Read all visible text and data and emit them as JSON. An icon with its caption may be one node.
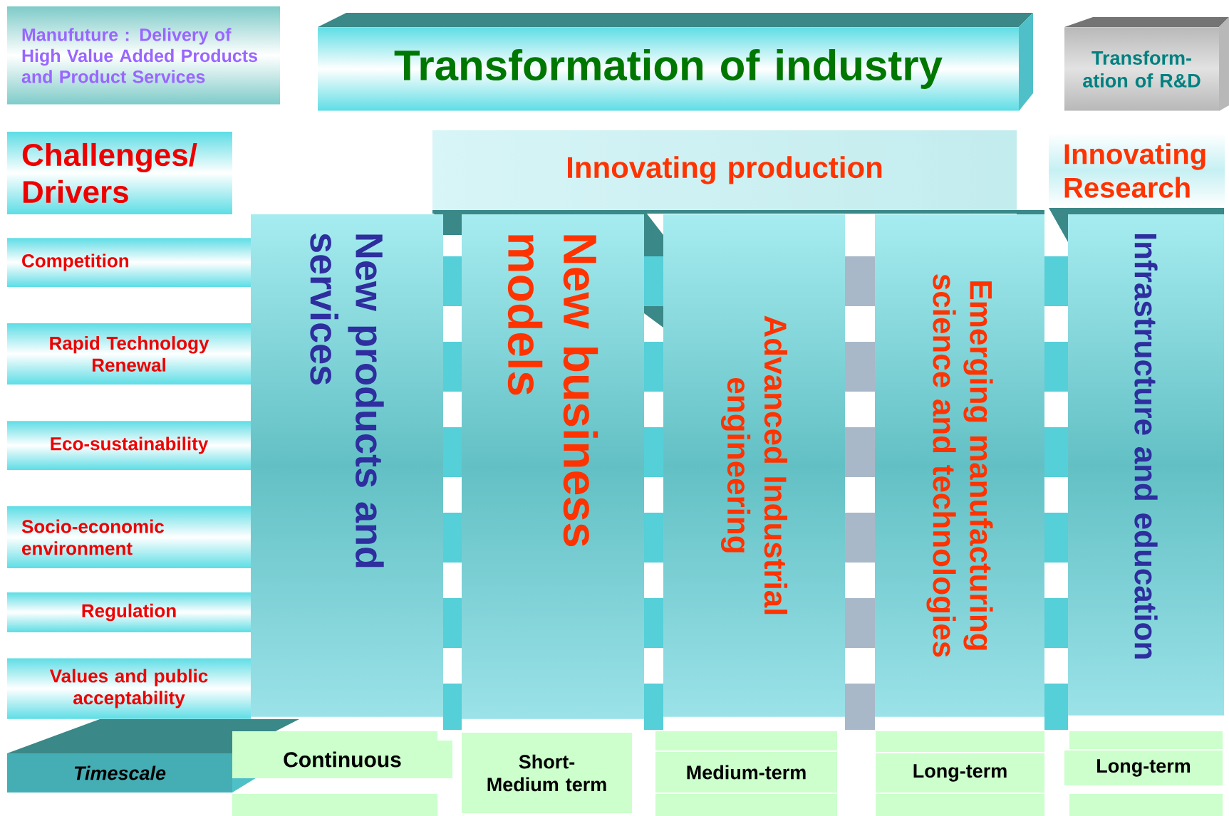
{
  "diagram": {
    "nodes": [
      {
        "text": [
          "Manufuture : Delivery of High Value Added Products and Product Services"
        ]
      },
      {
        "text": [
          "Transformation of industry"
        ]
      },
      {
        "text": [
          "Transform-ation of R&D"
        ]
      },
      {
        "text": [
          "Challenges/ Drivers"
        ]
      },
      {
        "text": [
          "Innovating production"
        ]
      },
      {
        "text": [
          "Innovating Research"
        ]
      },
      {
        "text": [
          "Competition"
        ]
      },
      {
        "text": [
          "Rapid Technology Renewal"
        ]
      },
      {
        "text": [
          "Eco-sustainability"
        ]
      },
      {
        "text": [
          "Socio-economic environment"
        ]
      },
      {
        "text": [
          "Regulation"
        ]
      },
      {
        "text": [
          "Values and public acceptability"
        ]
      },
      {
        "text": [
          "New products and services"
        ]
      },
      {
        "text": [
          "New business models"
        ]
      },
      {
        "text": [
          "Advanced Industrial engineering"
        ]
      },
      {
        "text": [
          "Emerging manufacturing science and technologies"
        ]
      },
      {
        "text": [
          "Infrastructure and education"
        ]
      },
      {
        "text": [
          "Timescale"
        ]
      },
      {
        "text": [
          "Continuous"
        ]
      },
      {
        "text": [
          "Short-Medium term"
        ]
      },
      {
        "text": [
          "Medium-term"
        ]
      },
      {
        "text": [
          "Long-term"
        ]
      },
      {
        "text": [
          "Long-term"
        ]
      }
    ]
  }
}
